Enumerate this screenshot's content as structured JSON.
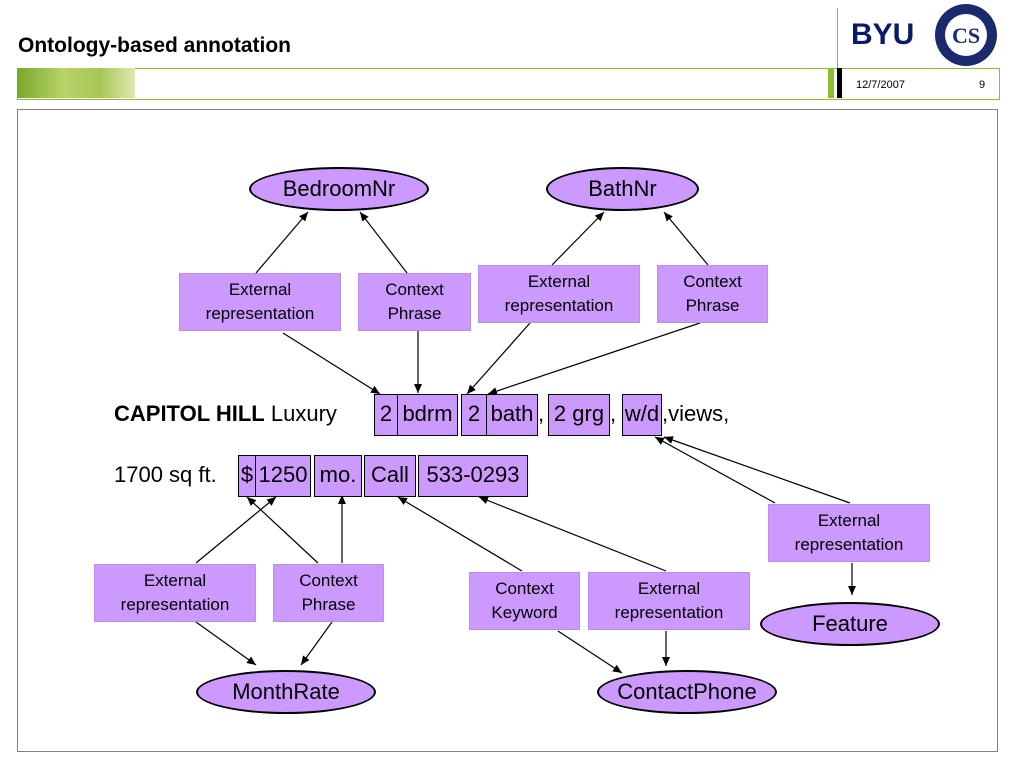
{
  "header": {
    "title": "Ontology-based annotation",
    "logo_text": "BYU",
    "seal_text": "CS",
    "date": "12/7/2007",
    "page": "9"
  },
  "concepts": {
    "bedroom": "BedroomNr",
    "bath": "BathNr",
    "month_rate": "MonthRate",
    "contact_phone": "ContactPhone",
    "feature": "Feature"
  },
  "boxes": {
    "ext_bedroom": "External representation",
    "ctx_bedroom": "Context Phrase",
    "ext_bath": "External representation",
    "ctx_bath": "Context Phrase",
    "ext_feature": "External representation",
    "ext_rate": "External representation",
    "ctx_rate": "Context Phrase",
    "ctx_keyword": "Context Keyword",
    "ext_phone": "External representation"
  },
  "text": {
    "line1_bold": "CAPITOL HILL",
    "line1_rest": "Luxury",
    "tok_2a": "2",
    "tok_bdrm": "bdrm",
    "tok_2b": "2",
    "tok_bath": "bath",
    "comma1": ",",
    "tok_2grg": "2 grg",
    "comma2": ",",
    "tok_wd": "w/d",
    "tail1": ",views,",
    "line2_start": "1700 sq ft.",
    "tok_dollar": "$",
    "tok_1250": "1250",
    "tok_mo": "mo.",
    "tok_call": "Call",
    "tok_phone": "533-0293"
  },
  "colors": {
    "fill": "#cc99ff",
    "accent_green": "#8cbf2e",
    "logo": "#0a1a6a"
  }
}
